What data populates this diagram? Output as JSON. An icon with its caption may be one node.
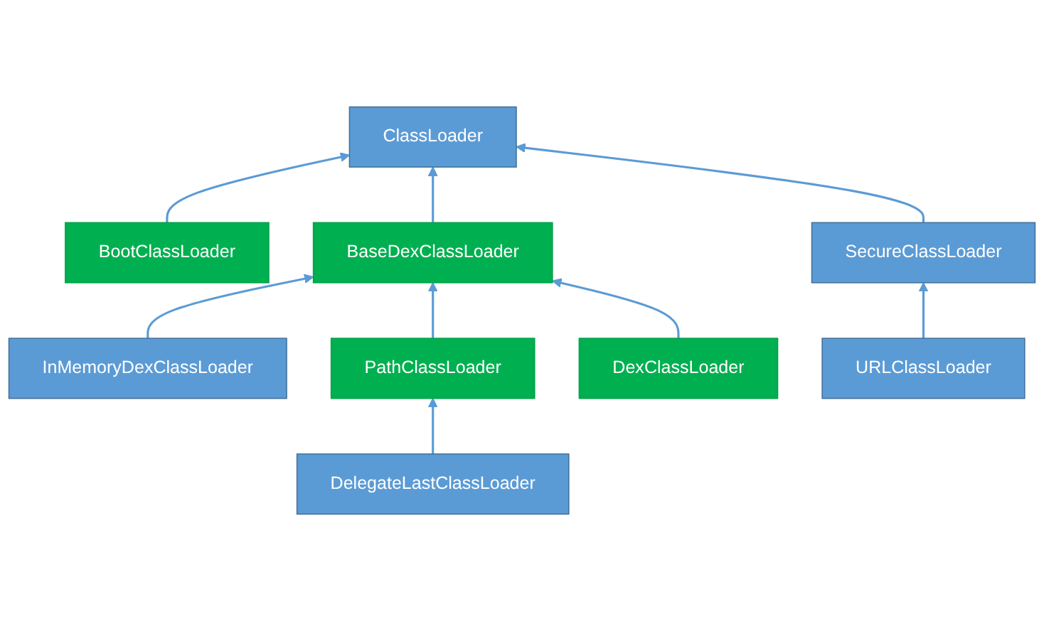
{
  "diagram": {
    "nodes": [
      {
        "text": [
          "ClassLoader"
        ]
      },
      {
        "text": [
          "BootClassLoader"
        ]
      },
      {
        "text": [
          "BaseDexClassLoader"
        ]
      },
      {
        "text": [
          "SecureClassLoader"
        ]
      },
      {
        "text": [
          "InMemoryDexClassLoader"
        ]
      },
      {
        "text": [
          "PathClassLoader"
        ]
      },
      {
        "text": [
          "DexClassLoader"
        ]
      },
      {
        "text": [
          "URLClassLoader"
        ]
      },
      {
        "text": [
          "DelegateLastClassLoader"
        ]
      }
    ],
    "edges": [
      {
        "from": 1,
        "to": 0,
        "arrow": "to"
      },
      {
        "from": 2,
        "to": 0,
        "arrow": "to"
      },
      {
        "from": 3,
        "to": 0,
        "arrow": "to"
      },
      {
        "from": 4,
        "to": 2,
        "arrow": "to"
      },
      {
        "from": 5,
        "to": 2,
        "arrow": "to"
      },
      {
        "from": 6,
        "to": 2,
        "arrow": "to"
      },
      {
        "from": 7,
        "to": 3,
        "arrow": "to"
      },
      {
        "from": 8,
        "to": 5,
        "arrow": "to"
      }
    ]
  }
}
